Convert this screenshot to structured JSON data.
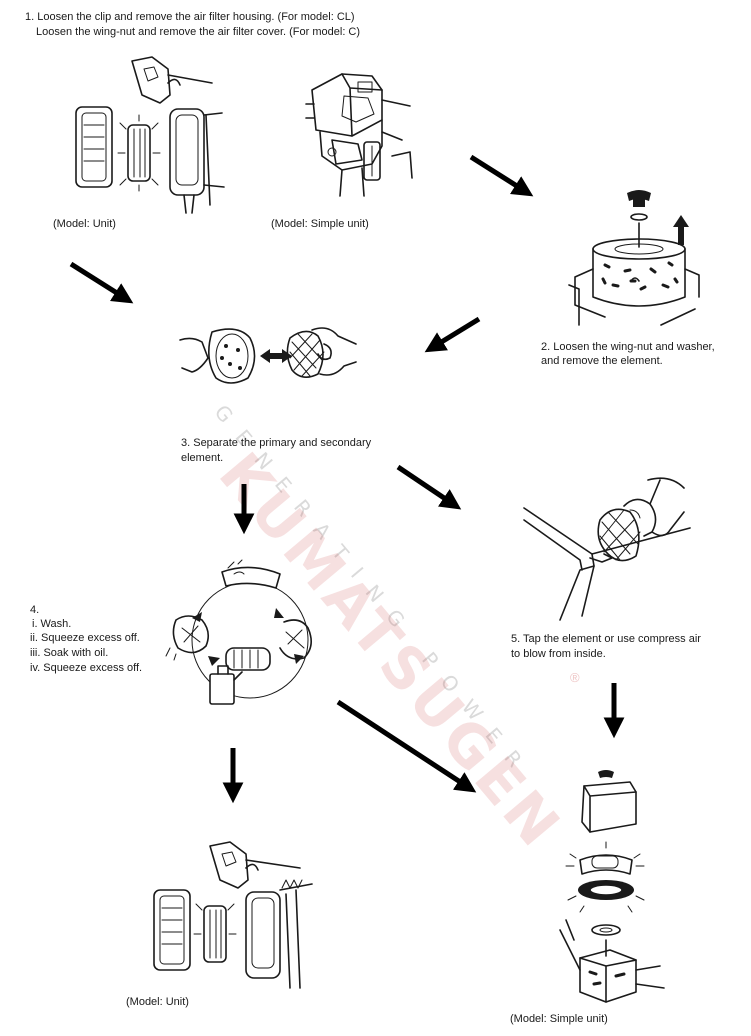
{
  "step1": {
    "line1": "1. Loosen the clip and remove the air filter housing. (For model: CL)",
    "line2": "Loosen the wing-nut and remove the air filter cover. (For model: C)",
    "caption_unit": "(Model: Unit)",
    "caption_simple": "(Model: Simple unit)"
  },
  "step2": {
    "line1": "2. Loosen the wing-nut and washer,",
    "line2": "and remove the element."
  },
  "step3": {
    "line1": "3. Separate the primary and secondary",
    "line2": "element."
  },
  "step4": {
    "number": "4.",
    "item1": "i. Wash.",
    "item2": "ii. Squeeze excess off.",
    "item3": "iii. Soak with oil.",
    "item4": "iv. Squeeze excess off."
  },
  "step5": {
    "line1": "5. Tap the element or use compress air",
    "line2": "to blow from inside."
  },
  "final": {
    "caption_unit": "(Model: Unit)",
    "caption_simple": "(Model: Simple unit)"
  },
  "watermark": {
    "brand": "KUMATSUGEN",
    "tagline": "GENERATING POWER",
    "registered": "®"
  }
}
